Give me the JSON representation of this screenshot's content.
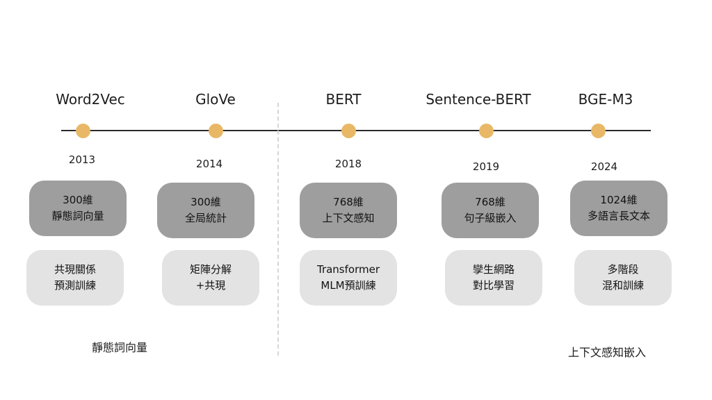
{
  "models": [
    {
      "name": "Word2Vec",
      "year": "2013",
      "dim": "300維",
      "desc": "靜態詞向量",
      "training": [
        "共現關係",
        "預測訓練"
      ]
    },
    {
      "name": "GloVe",
      "year": "2014",
      "dim": "300維",
      "desc": "全局統計",
      "training": [
        "矩陣分解",
        "+共現"
      ]
    },
    {
      "name": "BERT",
      "year": "2018",
      "dim": "768維",
      "desc": "上下文感知",
      "training": [
        "Transformer",
        "MLM預訓練"
      ]
    },
    {
      "name": "Sentence-BERT",
      "year": "2019",
      "dim": "768維",
      "desc": "句子級嵌入",
      "training": [
        "孿生網路",
        "對比學習"
      ]
    },
    {
      "name": "BGE-M3",
      "year": "2024",
      "dim": "1024維",
      "desc": "多語言長文本",
      "training": [
        "多階段",
        "混和訓練"
      ]
    }
  ],
  "phases": {
    "static": "靜態詞向量",
    "contextual": "上下文感知嵌入"
  },
  "colors": {
    "dot": "#e8b867",
    "line": "#2a2a2a",
    "dark_box": "#9e9e9e",
    "light_box": "#e3e3e3",
    "divider": "#d6d6d6"
  }
}
